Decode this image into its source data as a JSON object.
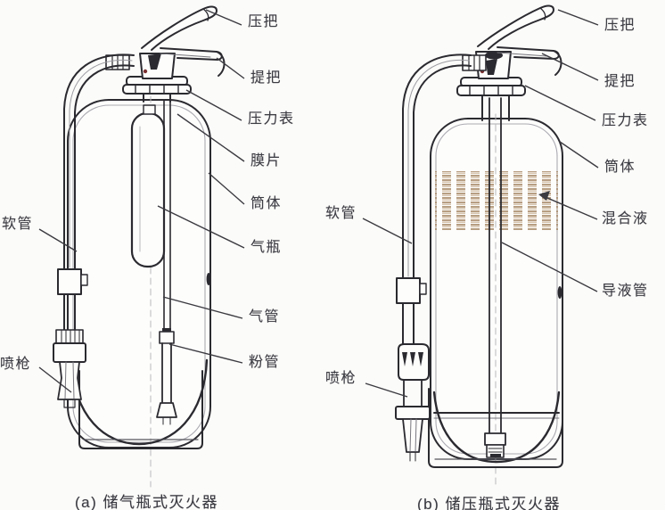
{
  "figure": {
    "type": "technical-diagram",
    "subject": "fire extinguisher cross-sections"
  },
  "left_diagram": {
    "caption": "(a) 储气瓶式灭火器",
    "labels": {
      "press_handle": "压把",
      "carry_handle": "提把",
      "pressure_gauge": "压力表",
      "diaphragm": "膜片",
      "cylinder_body": "筒体",
      "gas_cylinder": "气瓶",
      "gas_tube": "气管",
      "powder_tube": "粉管",
      "hose": "软管",
      "spray_gun": "喷枪"
    }
  },
  "right_diagram": {
    "caption": "(b) 储压瓶式灭火器",
    "labels": {
      "press_handle": "压把",
      "carry_handle": "提把",
      "pressure_gauge": "压力表",
      "cylinder_body": "筒体",
      "mixed_liquid": "混合液",
      "liquid_tube": "导液管",
      "hose": "软管",
      "spray_gun": "喷枪"
    }
  },
  "colors": {
    "line": "#2a2a30",
    "label_text": "#3d3d45",
    "liquid_band": "#b0906e",
    "liquid_band_light": "#c7ab8a",
    "background": "#fbfbf9"
  }
}
